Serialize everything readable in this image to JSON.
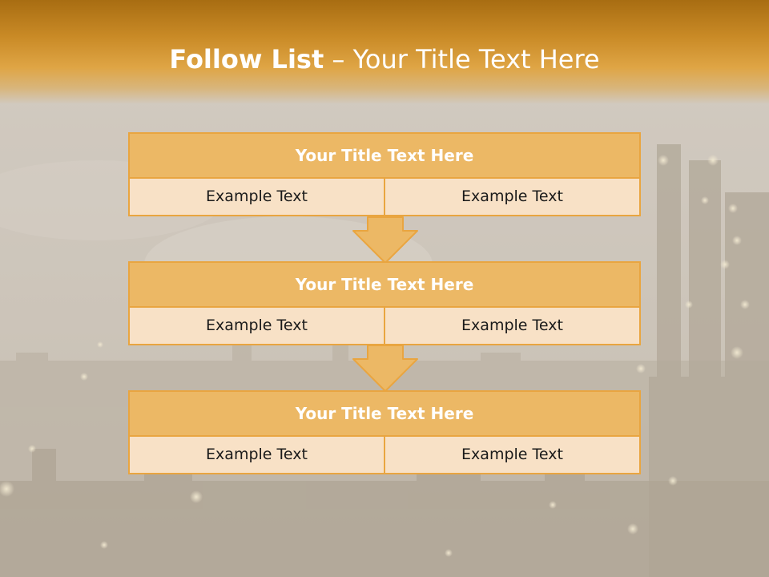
{
  "slide": {
    "title_bold": "Follow List",
    "title_rest": " – Your Title Text Here"
  },
  "steps": [
    {
      "title": "Your Title Text Here",
      "left": "Example Text",
      "right": "Example Text"
    },
    {
      "title": "Your Title Text Here",
      "left": "Example Text",
      "right": "Example Text"
    },
    {
      "title": "Your Title Text Here",
      "left": "Example Text",
      "right": "Example Text"
    }
  ],
  "colors": {
    "accent": "#e9a540",
    "title_fill": "#ecb865",
    "cell_fill": "#f8e1c6",
    "header_band": "#c98a26"
  }
}
